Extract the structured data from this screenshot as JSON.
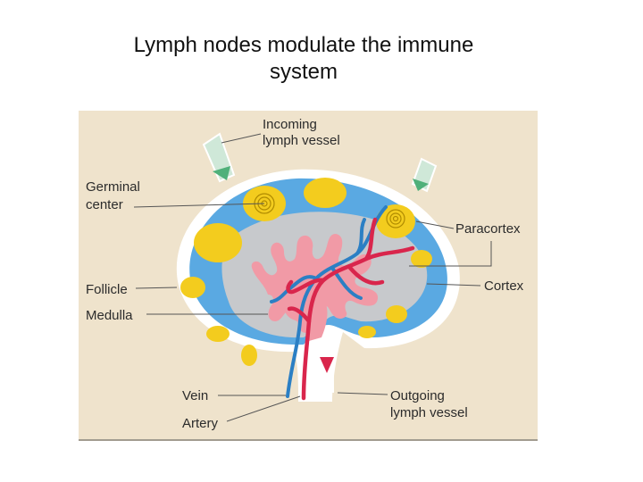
{
  "title": {
    "line1": "Lymph nodes modulate the immune",
    "line2": "system"
  },
  "labels": {
    "incoming_line1": "Incoming",
    "incoming_line2": "lymph vessel",
    "germinal_line1": "Germinal",
    "germinal_line2": "center",
    "paracortex": "Paracortex",
    "cortex": "Cortex",
    "follicle": "Follicle",
    "medulla": "Medulla",
    "vein": "Vein",
    "artery": "Artery",
    "outgoing_line1": "Outgoing",
    "outgoing_line2": "lymph vessel"
  },
  "colors": {
    "background": "#efe3cc",
    "capsule": "#ffffff",
    "cortex": "#5aa9e2",
    "medulla": "#c7c9cc",
    "follicle": "#f3cc1e",
    "medullary_cord": "#f19aa6",
    "artery": "#d9264c",
    "vein": "#2b7fc4",
    "lymph_vessel": "#cfe8d8",
    "valve": "#4fb07a"
  }
}
